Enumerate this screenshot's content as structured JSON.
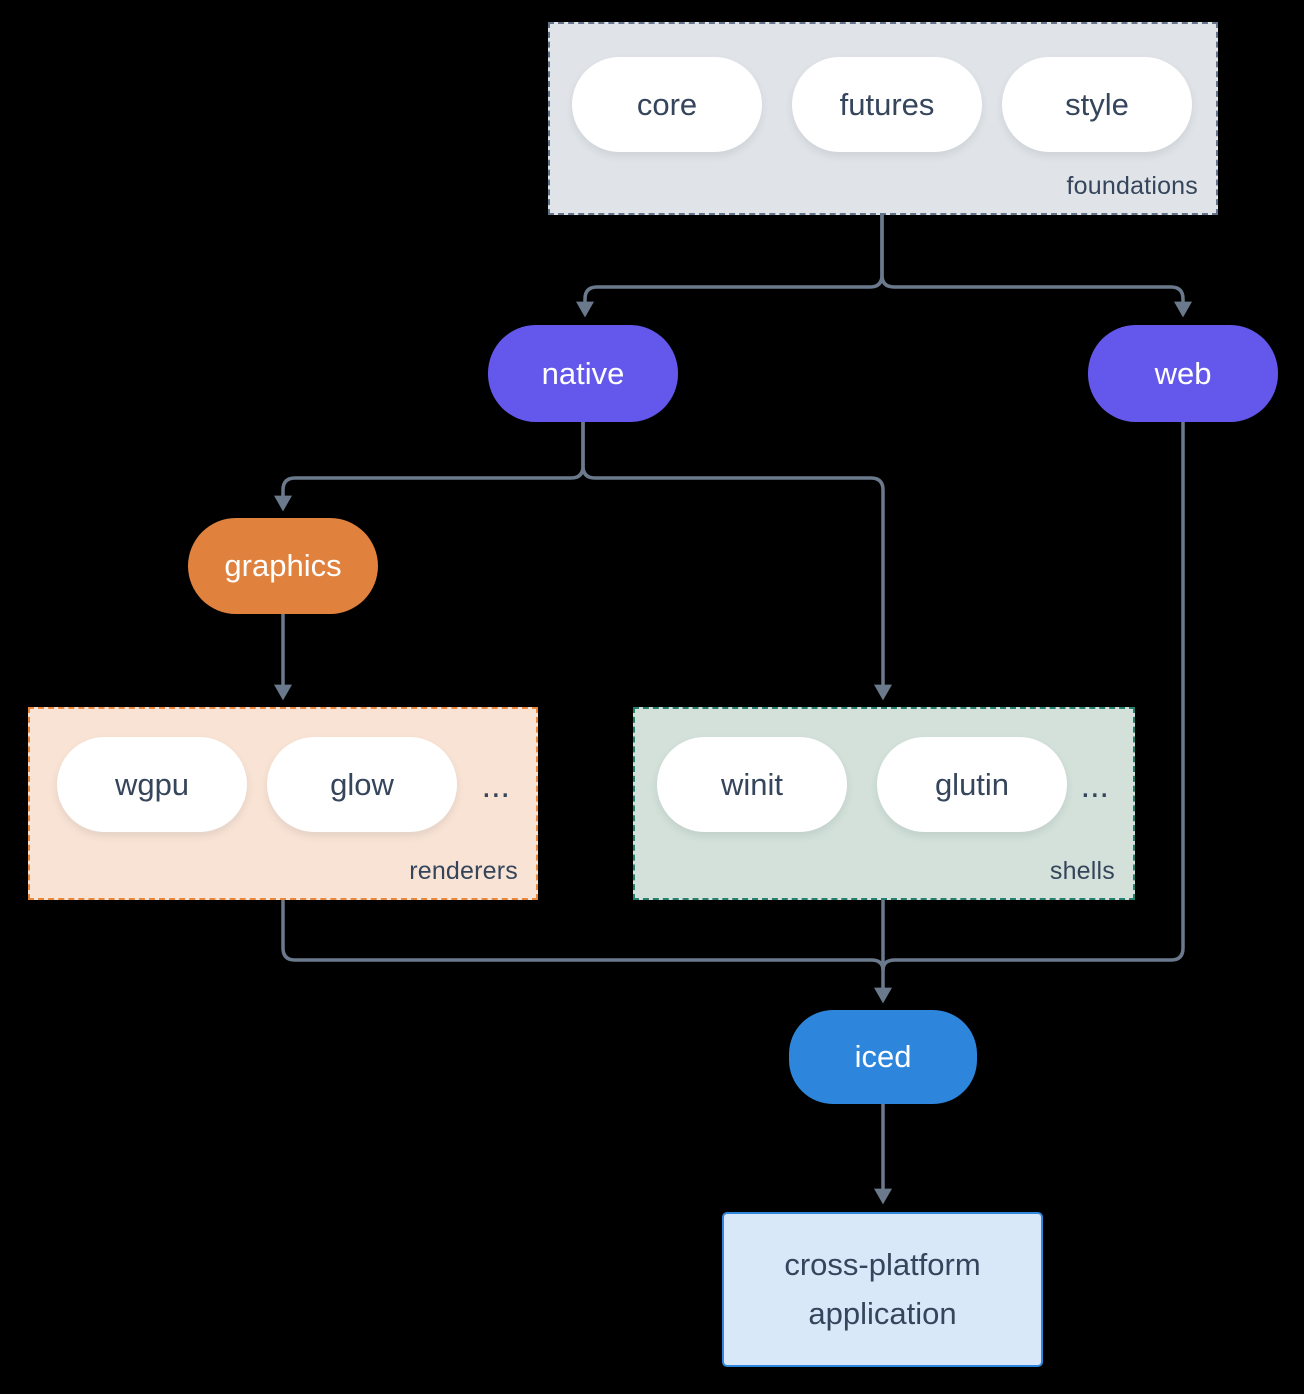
{
  "foundations": {
    "label": "foundations",
    "pills": [
      "core",
      "futures",
      "style"
    ]
  },
  "native": {
    "label": "native"
  },
  "web": {
    "label": "web"
  },
  "graphics": {
    "label": "graphics"
  },
  "renderers": {
    "label": "renderers",
    "pills": [
      "wgpu",
      "glow"
    ],
    "more": "..."
  },
  "shells": {
    "label": "shells",
    "pills": [
      "winit",
      "glutin"
    ],
    "more": "..."
  },
  "iced": {
    "label": "iced"
  },
  "application": {
    "line1": "cross-platform",
    "line2": "application"
  },
  "colors": {
    "purple": "#6358EB",
    "orange": "#E0813D",
    "blue": "#2D86DB",
    "foundations_bg": "#E0E4E8",
    "foundations_border": "#64748B",
    "renderers_bg": "#F9E3D4",
    "renderers_border": "#E8863C",
    "shells_bg": "#D3E1DA",
    "shells_border": "#27806D",
    "app_bg": "#D8E8F9",
    "app_border": "#2E86DE",
    "connector": "#6A7A8C",
    "text_dark": "#35455B"
  }
}
